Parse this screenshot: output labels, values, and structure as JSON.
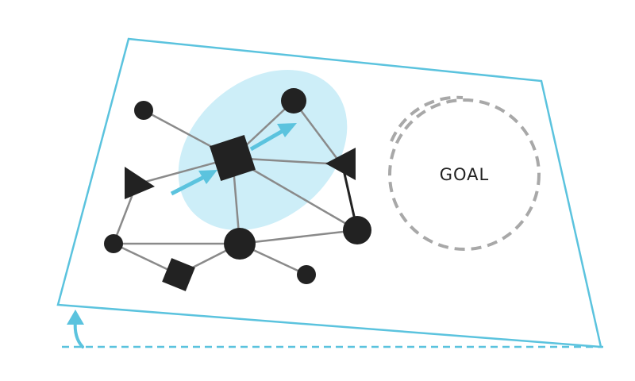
{
  "goal_label": "GOAL",
  "colors": {
    "frame": "#5bc3de",
    "highlight": "#cdeef8",
    "arrow": "#5bc3de",
    "node": "#222222",
    "edge": "#8a8a8a",
    "goal_circle": "#a8a8a8",
    "text": "#222222"
  },
  "graph": {
    "nodes": [
      {
        "id": "n-top-left",
        "shape": "circle"
      },
      {
        "id": "n-top-right",
        "shape": "circle"
      },
      {
        "id": "n-center",
        "shape": "square"
      },
      {
        "id": "n-left",
        "shape": "triangle"
      },
      {
        "id": "n-right",
        "shape": "triangle"
      },
      {
        "id": "n-bottom-left",
        "shape": "circle"
      },
      {
        "id": "n-bottom-center",
        "shape": "circle"
      },
      {
        "id": "n-bottom-right",
        "shape": "circle"
      },
      {
        "id": "n-bottom-square",
        "shape": "square"
      },
      {
        "id": "n-bottom-small",
        "shape": "circle"
      }
    ],
    "edges": [
      [
        "n-top-left",
        "n-center"
      ],
      [
        "n-top-right",
        "n-center"
      ],
      [
        "n-top-right",
        "n-right"
      ],
      [
        "n-center",
        "n-left"
      ],
      [
        "n-center",
        "n-right"
      ],
      [
        "n-center",
        "n-bottom-center"
      ],
      [
        "n-center",
        "n-bottom-right"
      ],
      [
        "n-left",
        "n-bottom-left"
      ],
      [
        "n-right",
        "n-bottom-right"
      ],
      [
        "n-bottom-left",
        "n-bottom-center"
      ],
      [
        "n-bottom-left",
        "n-bottom-square"
      ],
      [
        "n-bottom-square",
        "n-bottom-center"
      ],
      [
        "n-bottom-center",
        "n-bottom-right"
      ],
      [
        "n-bottom-center",
        "n-bottom-small"
      ]
    ]
  }
}
